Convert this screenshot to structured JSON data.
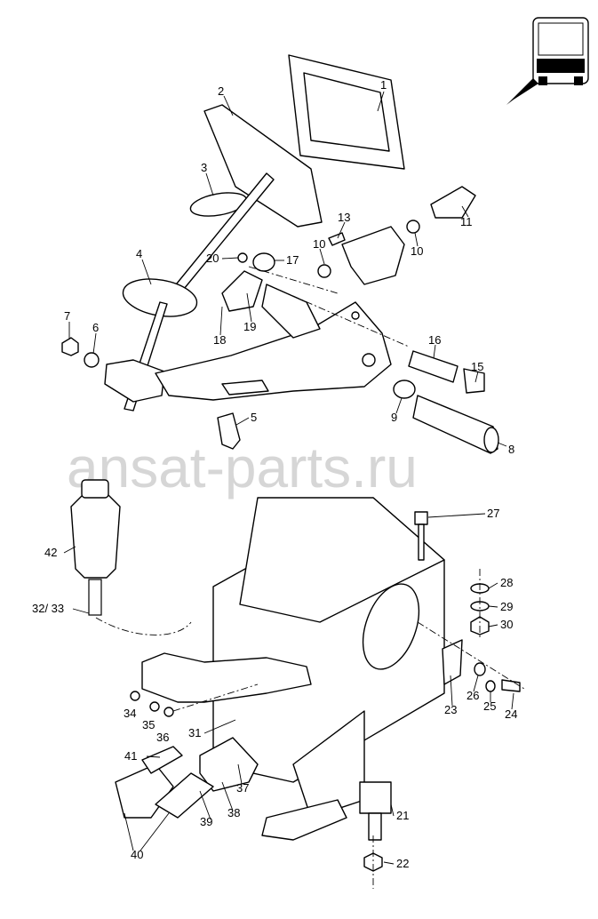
{
  "diagram": {
    "watermark": "ansat-parts.ru",
    "view_indicator": "bus-front-view-icon",
    "part_labels": [
      "1",
      "2",
      "3",
      "4",
      "5",
      "6",
      "7",
      "8",
      "9",
      "10",
      "10",
      "11",
      "13",
      "15",
      "16",
      "17",
      "18",
      "19",
      "20",
      "21",
      "22",
      "23",
      "24",
      "25",
      "26",
      "27",
      "28",
      "29",
      "30",
      "31",
      "32/ 33",
      "34",
      "35",
      "36",
      "37",
      "38",
      "39",
      "40",
      "41",
      "42"
    ]
  }
}
